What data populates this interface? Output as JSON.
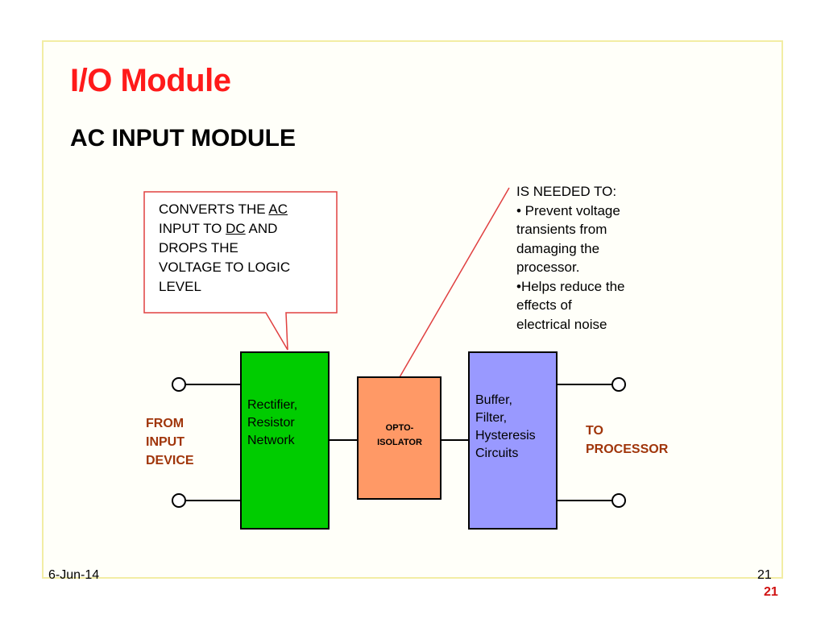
{
  "slide": {
    "title": "I/O Module",
    "subtitle": "AC INPUT MODULE"
  },
  "callout": {
    "line1_prefix": "CONVERTS THE ",
    "ac": "AC",
    "line2_prefix": "INPUT TO ",
    "dc": "DC",
    "line2_suffix": " AND",
    "line3": "DROPS THE",
    "line4": "VOLTAGE TO LOGIC",
    "line5": "LEVEL"
  },
  "opto_note": {
    "heading": "IS NEEDED TO:",
    "bullet1": [
      "• Prevent voltage",
      "transients from",
      "damaging the",
      "processor."
    ],
    "bullet2": [
      "•Helps reduce the",
      "effects of",
      "electrical noise"
    ]
  },
  "blocks": {
    "rectifier": [
      "Rectifier,",
      "Resistor",
      "Network"
    ],
    "opto": [
      "OPTO-",
      "ISOLATOR"
    ],
    "buffer": [
      "Buffer,",
      "Filter,",
      "Hysteresis",
      "Circuits"
    ]
  },
  "labels": {
    "input": [
      "FROM",
      "INPUT",
      "DEVICE"
    ],
    "output": [
      "TO",
      "PROCESSOR"
    ]
  },
  "footer": {
    "date": "6-Jun-14",
    "page": "21",
    "page_overlay": "21"
  },
  "colors": {
    "title": "#ff1a1a",
    "rectifier": "#00cc00",
    "opto": "#ff9966",
    "buffer": "#9999ff",
    "side_label": "#a0350a",
    "callout_border": "#e04040"
  }
}
